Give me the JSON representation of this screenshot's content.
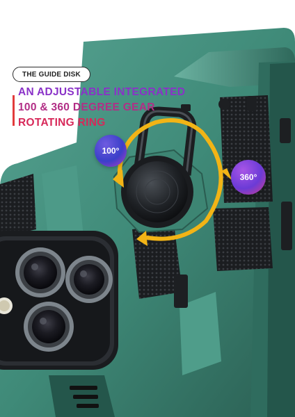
{
  "header": {
    "tag": "THE GUIDE DISK"
  },
  "headline": {
    "line1": "AN ADJUSTABLE INTEGRATED",
    "line2": "100 & 360 DEGREE GEAR",
    "line3": "ROTATING RING"
  },
  "badges": {
    "left": "100°",
    "right": "360°"
  },
  "colors": {
    "case_green": "#3f8a78",
    "case_dark": "#2b5f53",
    "arrow_yellow": "#f2b416",
    "accent_red": "#e23b3b"
  }
}
